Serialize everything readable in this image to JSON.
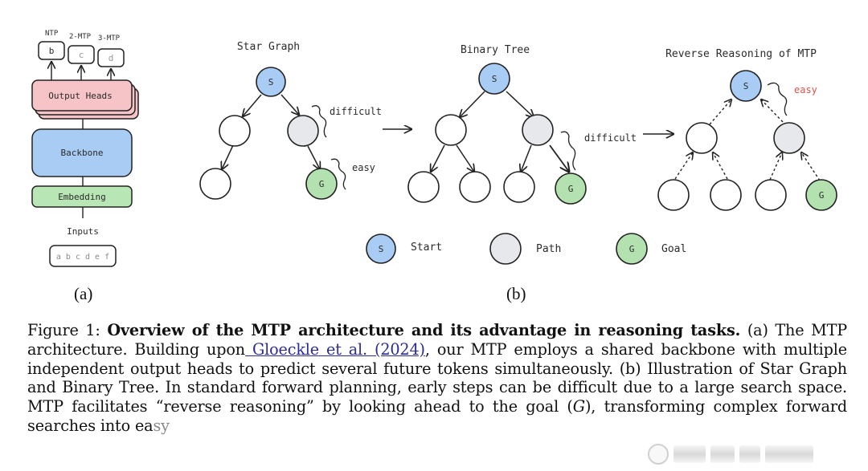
{
  "panel_a": {
    "label": "(a)",
    "heads": [
      {
        "tag": "NTP",
        "token": "b"
      },
      {
        "tag": "2-MTP",
        "token": "c"
      },
      {
        "tag": "3-MTP",
        "token": "d"
      }
    ],
    "output_heads_label": "Output Heads",
    "backbone_label": "Backbone",
    "embedding_label": "Embedding",
    "inputs_label": "Inputs",
    "input_tokens": "a b c d e f"
  },
  "panel_b": {
    "label": "(b)",
    "star_graph": {
      "title": "Star Graph",
      "difficult_label": "difficult",
      "easy_label": "easy",
      "start": "S",
      "goal": "G"
    },
    "binary_tree": {
      "title": "Binary Tree",
      "difficult_label": "difficult",
      "start": "S",
      "goal": "G"
    },
    "reverse": {
      "title": "Reverse Reasoning of MTP",
      "easy_label": "easy",
      "start": "S",
      "goal": "G"
    },
    "legend": [
      {
        "symbol": "S",
        "label": "Start",
        "color": "#a9ccf5"
      },
      {
        "symbol": "",
        "label": "Path",
        "color": "#e6e8ec"
      },
      {
        "symbol": "G",
        "label": "Goal",
        "color": "#b3e2b0"
      }
    ]
  },
  "colors": {
    "start": "#a9ccf5",
    "path": "#e6e8ec",
    "goal": "#b3e2b0",
    "output_heads": "#f6c4c6",
    "backbone": "#a9ccf5",
    "embedding": "#b8e6b5",
    "easy_red": "#d9534f",
    "link": "#2a2a9a"
  },
  "caption": {
    "prefix": "Figure 1: ",
    "bold": "Overview of the MTP architecture and its advantage in reasoning tasks.",
    "part1": " (a) The MTP architecture. Building upon",
    "link": " Gloeckle et al. (2024)",
    "part2": ", our MTP employs a shared backbone with multiple independent output heads to predict several future tokens simultaneously. (b) Illustration of Star Graph and Binary Tree. In standard forward planning, early steps can be difficult due to a large search space. MTP facilitates “reverse reasoning” by looking ahead to the goal (",
    "italic": "G",
    "part3": "), transforming complex forward searches into ea",
    "tail": "sy"
  }
}
